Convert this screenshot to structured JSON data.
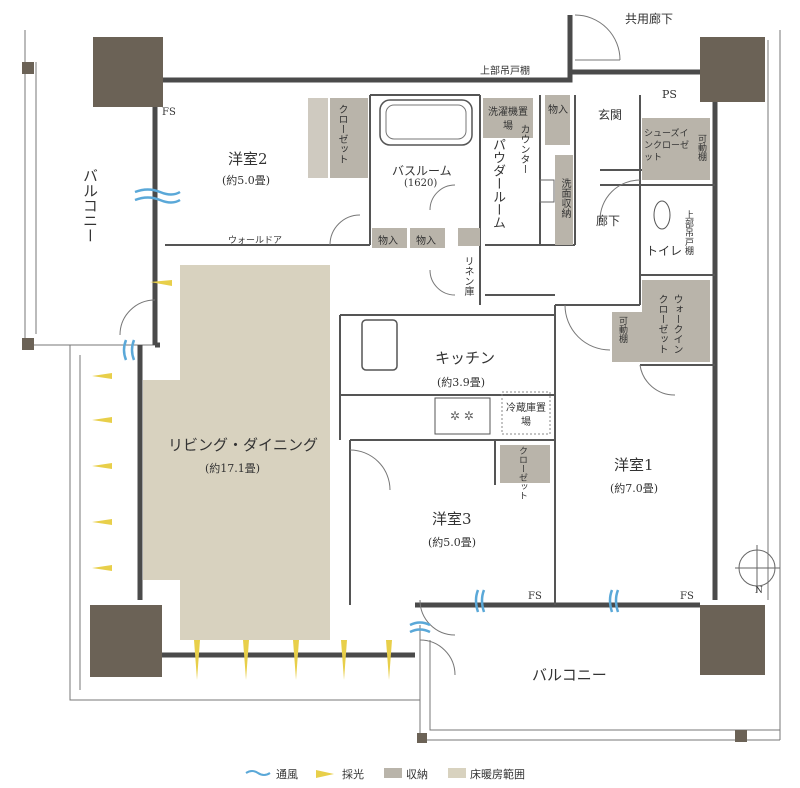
{
  "colors": {
    "wall": "#4a4a4a",
    "column": "#6b6256",
    "storage": "#b9b4aa",
    "floor_heating": "#d8d2bf",
    "ventilation": "#5aa8d8",
    "sunlight": "#e8cf4a"
  },
  "rooms": {
    "western2": {
      "name": "洋室2",
      "size": "(約5.0畳)"
    },
    "bathroom": {
      "name": "バスルーム",
      "size": "(1620)"
    },
    "powder": {
      "name": "パウダールーム"
    },
    "living": {
      "name": "リビング・ダイニング",
      "size": "(約17.1畳)"
    },
    "kitchen": {
      "name": "キッチン",
      "size": "(約3.9畳)"
    },
    "western1": {
      "name": "洋室1",
      "size": "(約7.0畳)"
    },
    "western3": {
      "name": "洋室3",
      "size": "(約5.0畳)"
    }
  },
  "labels": {
    "common_corridor": "共用廊下",
    "upper_cabinet_top": "上部吊戸棚",
    "ps": "PS",
    "fs_top": "FS",
    "fs_bottom1": "FS",
    "fs_bottom2": "FS",
    "entrance": "玄関",
    "hall": "廊下",
    "toilet": "トイレ",
    "upper_cabinet_toilet": "上部吊戸棚",
    "balcony_left": "バルコニー",
    "balcony_bottom": "バルコニー",
    "walk_door": "ウォールドア",
    "linen": "リネン庫",
    "washer": "洗濯機置場",
    "counter": "カウンター",
    "wash_storage": "洗面収納",
    "fridge": "冷蔵庫置場",
    "closet": "クローゼット",
    "storage": "物入",
    "shoes_closet": "シューズインクローゼット",
    "movable_shelf": "可動棚",
    "walkin_closet": "ウォークインクローゼット",
    "compass_n": "N"
  },
  "legend": [
    {
      "icon": "ventilation-icon",
      "label": "通風"
    },
    {
      "icon": "sunlight-icon",
      "label": "採光"
    },
    {
      "icon": "storage-swatch-icon",
      "label": "収納"
    },
    {
      "icon": "floor-heating-swatch-icon",
      "label": "床暖房範囲"
    }
  ]
}
